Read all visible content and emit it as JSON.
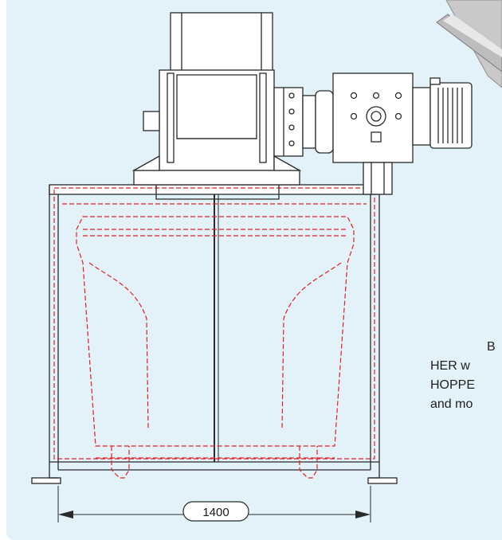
{
  "colors": {
    "background": "#e3f1f8",
    "line": "#2a2a2a",
    "hidden_line": "#e02020",
    "machine_fill": "#ffffff"
  },
  "dimension": {
    "label": "1400"
  },
  "side_text": {
    "line1": "B",
    "line2": "HER w",
    "line3": "HOPPE",
    "line4": "and mo"
  }
}
